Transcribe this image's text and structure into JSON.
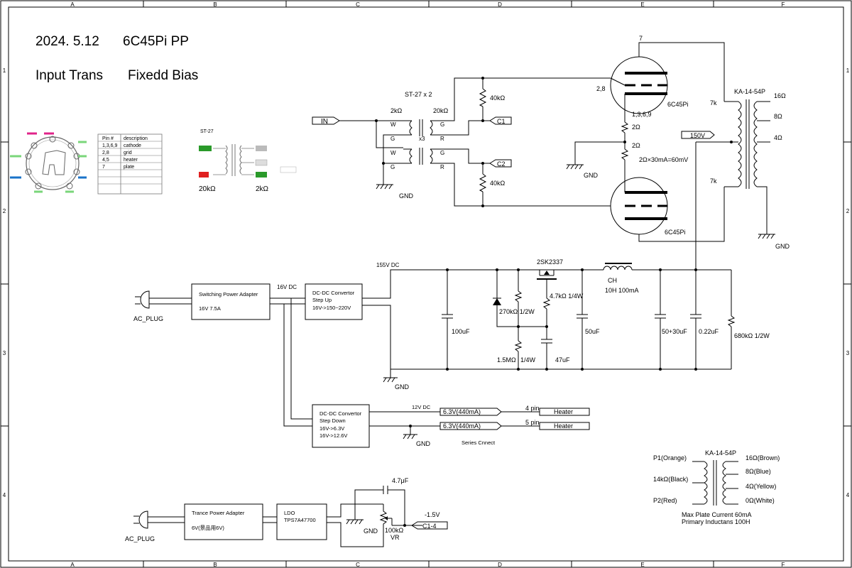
{
  "title": {
    "line1_date": "2024. 5.12",
    "line1_name": "6C45Pi PP",
    "line2a": "Input Trans",
    "line2b": "Fixedd Bias"
  },
  "frame": {
    "cols": [
      "A",
      "B",
      "C",
      "D",
      "E",
      "F"
    ],
    "rows": [
      "1",
      "2",
      "3",
      "4"
    ]
  },
  "pinout_table": {
    "header": [
      "Pin #",
      "description"
    ],
    "rows": [
      [
        "1,3,6,9",
        "cathode"
      ],
      [
        "2,8",
        "grid"
      ],
      [
        "4,5",
        "heater"
      ],
      [
        "7",
        "plate"
      ]
    ]
  },
  "st27_detail": {
    "label": "ST-27",
    "r_left": "20kΩ",
    "r_right": "2kΩ"
  },
  "input_stage": {
    "trans_label": "ST-27 x 2",
    "in_flag": "IN",
    "r_2k": "2kΩ",
    "r_20k": "20kΩ",
    "w": "W",
    "g": "G",
    "r": "R",
    "ratio": "x3",
    "r_40k_top": "40kΩ",
    "r_40k_bot": "40kΩ",
    "c1": "C1",
    "c2": "C2",
    "gnd": "GND"
  },
  "tubes": {
    "top_label": "6C45Pi",
    "bot_label": "6C45Pi",
    "plate_pin": "7",
    "grid_pin": "2,8",
    "cathode_pins": "1,3,6,9",
    "r_cath1": "2Ω",
    "r_cath2": "2Ω",
    "bias_note": "2Ω×30mA=60mV",
    "gnd": "GND"
  },
  "output_stage": {
    "trans_name": "KA-14-54P",
    "pri_top": "7k",
    "pri_bot": "7k",
    "tap_16": "16Ω",
    "tap_8": "8Ω",
    "tap_4": "4Ω",
    "b_plus_flag": "150V",
    "gnd": "GND"
  },
  "power_supply": {
    "ac_plug": "AC_PLUG",
    "adapter_title": "Switching Power Adapter",
    "adapter_spec": "16V 7.5A",
    "v16dc": "16V DC",
    "stepup_title": "DC-DC Convertor",
    "stepup_sub": "Step Up",
    "stepup_range": "16V->150~220V",
    "v155": "155V DC",
    "mosfet": "2SK2337",
    "r_4k7": "4.7kΩ 1/4W",
    "r_270k": "270kΩ 1/2W",
    "r_1m5": "1.5MΩ",
    "r_1m5_w": "1/4W",
    "c_100u": "100uF",
    "c_47u": "47uF",
    "c_50u": "50uF",
    "choke": "CH",
    "choke_spec": "10H 100mA",
    "c_5030": "50+30uF",
    "c_022": "0.22uF",
    "r_680k": "680kΩ 1/2W",
    "gnd": "GND"
  },
  "heater_supply": {
    "stepdown_title": "DC-DC Convertor",
    "stepdown_sub": "Step Down",
    "range1": "16V->6.3V",
    "range2": "16V->12.6V",
    "v12dc": "12V DC",
    "flag1": "6.3V(440mA)",
    "flag2": "6.3V(440mA)",
    "pin4": "4 pin",
    "pin5": "5 pin",
    "heater1": "Heater",
    "heater2": "Heater",
    "series": "Series Cnnect",
    "gnd": "GND"
  },
  "bias_supply": {
    "ac_plug": "AC_PLUG",
    "adapter_title": "Trance Power Adapter",
    "adapter_spec": "6V(景品用6V)",
    "ldo": "LDO",
    "ldo_part": "TPS7A47700",
    "cap": "4.7μF",
    "volt": "-1.5V",
    "pot": "100kΩ",
    "vr": "VR",
    "flag": "C1-4",
    "gnd": "GND"
  },
  "transformer_legend": {
    "name": "KA-14-54P",
    "p1": "P1(Orange)",
    "mid": "14kΩ(Black)",
    "p2": "P2(Red)",
    "s16": "16Ω(Brown)",
    "s8": "8Ω(Blue)",
    "s4": "4Ω(Yellow)",
    "s0": "0Ω(White)",
    "note1": "Max Plate Current 60mA",
    "note2": "Primary Inductans 100H"
  }
}
